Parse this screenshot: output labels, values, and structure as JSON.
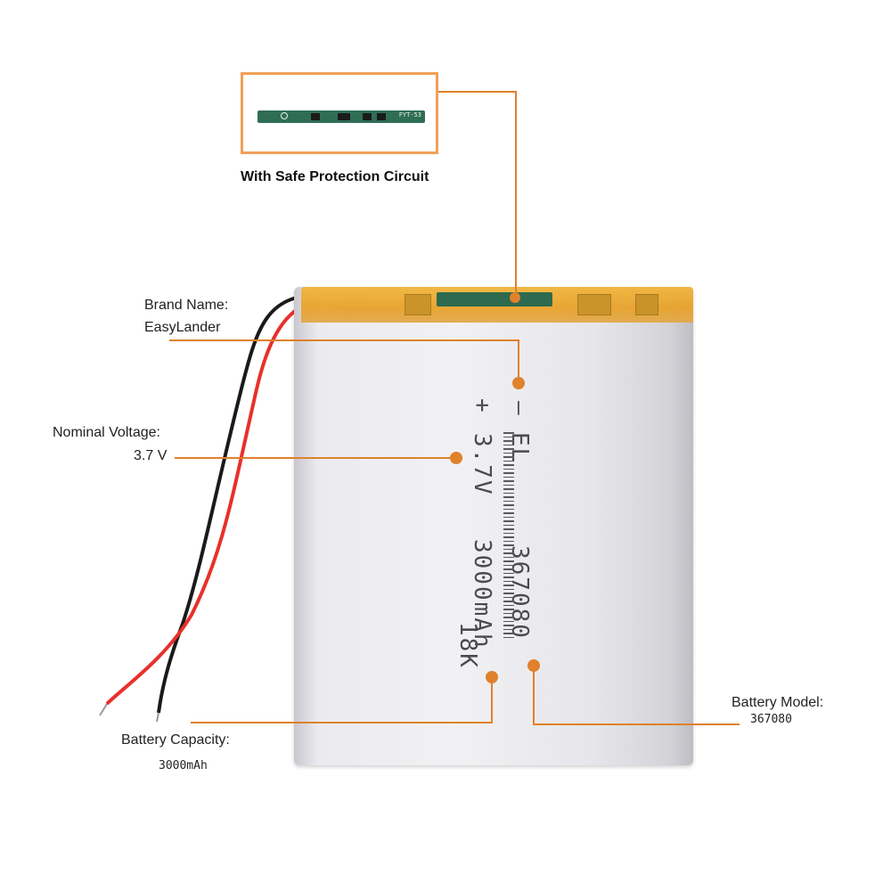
{
  "protection": {
    "title": "With Safe Protection Circuit",
    "pcb_marking": "FYT-53"
  },
  "battery_print": {
    "line_model": "367080",
    "line_capacity": "3000mAh",
    "line_code": "18K",
    "line_brand": "EL",
    "line_voltage": "3.7V",
    "minus_sign": "–",
    "plus_sign": "+"
  },
  "labels": {
    "brand_heading": "Brand Name:",
    "brand_value": "EasyLander",
    "voltage_heading": "Nominal Voltage:",
    "voltage_value": "3.7 V",
    "capacity_heading": "Battery Capacity:",
    "capacity_value": "3000mAh",
    "model_heading": "Battery Model:",
    "model_value": "367080"
  },
  "colors": {
    "callout": "#e0812c",
    "wire_red": "#e8302c",
    "wire_black": "#1a1a1a",
    "tape": "#e8a22a"
  }
}
